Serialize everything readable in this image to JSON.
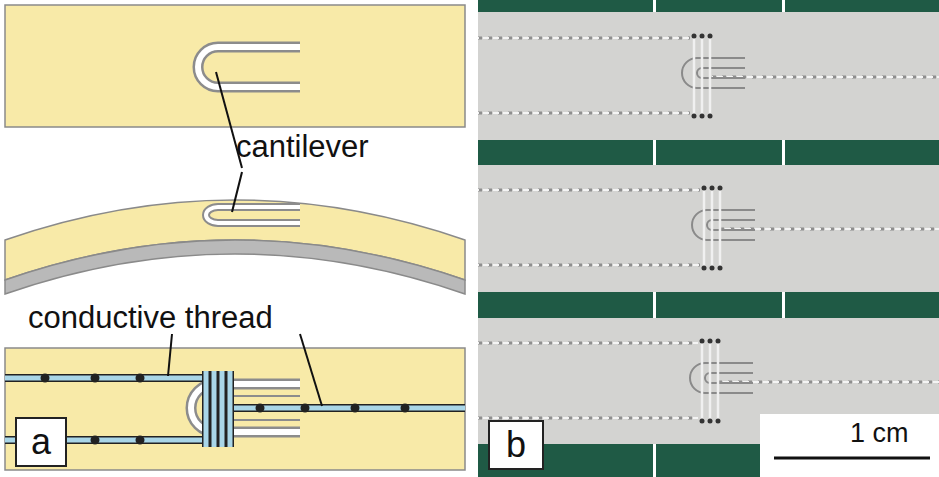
{
  "diagram": {
    "nodes": [
      {
        "text": [
          "a"
        ]
      },
      {
        "text": [
          "b"
        ]
      }
    ],
    "labels": [
      "cantilever",
      "conductive thread",
      "1 cm"
    ]
  }
}
